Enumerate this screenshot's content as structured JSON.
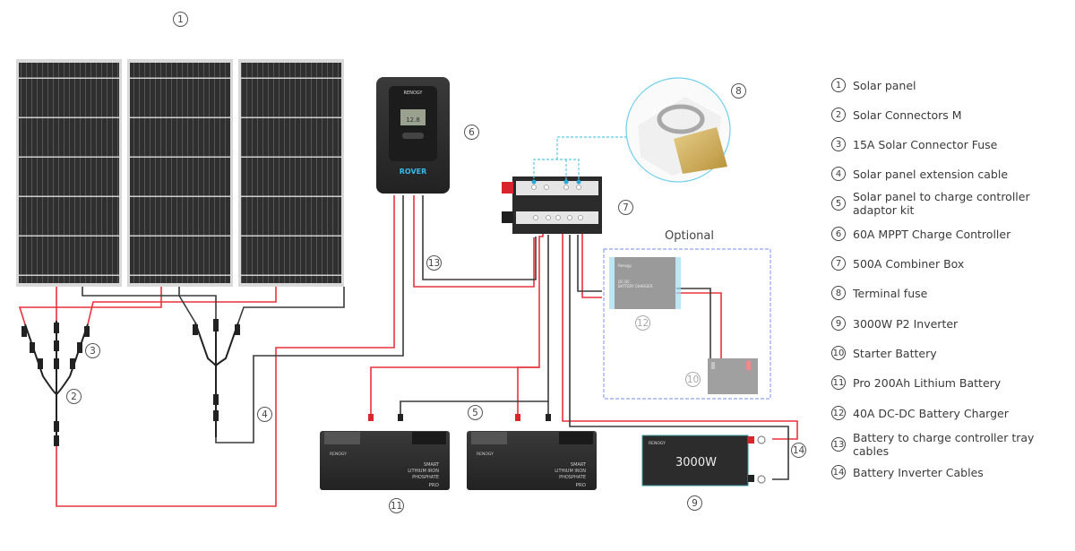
{
  "diagram": {
    "title": "Renogy solar system wiring diagram",
    "optional_label": "Optional",
    "components": {
      "charge_controller": {
        "brand": "RENOGY",
        "model": "ROVER",
        "display_value": "12.8"
      },
      "inverter": {
        "brand": "RENOGY",
        "display": "3000W"
      },
      "battery": {
        "brand": "RENOGY",
        "line1": "SMART",
        "line2": "LITHIUM IRON",
        "line3": "PHOSPHATE",
        "badge": "PRO"
      },
      "dcdc_charger": {
        "brand": "Renogy",
        "line1": "DC-DC",
        "line2": "BATTERY CHARGER"
      }
    },
    "callouts": {
      "c1": "1",
      "c2": "2",
      "c3": "3",
      "c4": "4",
      "c5": "5",
      "c6": "6",
      "c7": "7",
      "c8": "8",
      "c9": "9",
      "c10": "10",
      "c11": "11",
      "c12": "12",
      "c13": "13",
      "c14": "14"
    },
    "colors": {
      "positive_wire": "#e8323c",
      "negative_wire": "#3a3a3a",
      "fuse_link": "#5bc8e8",
      "optional_border": "#8fa4f0"
    }
  },
  "legend": {
    "items": [
      {
        "num": "1",
        "label": "Solar panel"
      },
      {
        "num": "2",
        "label": "Solar Connectors M"
      },
      {
        "num": "3",
        "label": "15A Solar Connector Fuse"
      },
      {
        "num": "4",
        "label": "Solar panel extension cable"
      },
      {
        "num": "5",
        "label": "Solar panel to charge controller adaptor kit"
      },
      {
        "num": "6",
        "label": "60A MPPT Charge Controller"
      },
      {
        "num": "7",
        "label": "500A Combiner Box"
      },
      {
        "num": "8",
        "label": "Terminal fuse"
      },
      {
        "num": "9",
        "label": "3000W P2 Inverter"
      },
      {
        "num": "10",
        "label": "Starter Battery"
      },
      {
        "num": "11",
        "label": "Pro 200Ah Lithium Battery"
      },
      {
        "num": "12",
        "label": "40A DC-DC Battery Charger"
      },
      {
        "num": "13",
        "label": "Battery to charge controller tray cables"
      },
      {
        "num": "14",
        "label": "Battery Inverter Cables"
      }
    ]
  }
}
